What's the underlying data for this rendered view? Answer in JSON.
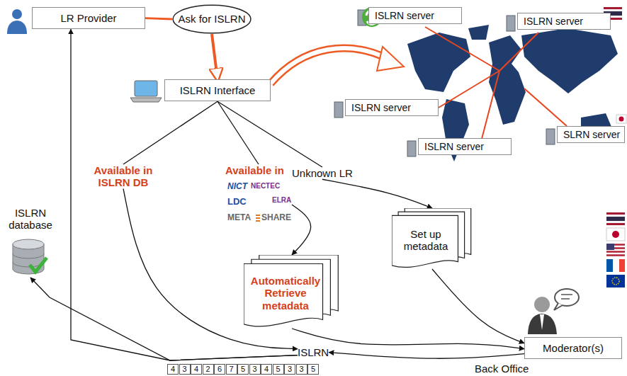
{
  "diagram": {
    "nodes": [
      {
        "text": [
          "LR Provider"
        ]
      },
      {
        "text": [
          "Ask for ISLRN"
        ]
      },
      {
        "text": [
          "ISLRN Interface"
        ]
      },
      {
        "text": [
          "ISLRN server"
        ]
      },
      {
        "text": [
          "ISLRN server"
        ]
      },
      {
        "text": [
          "ISLRN server"
        ]
      },
      {
        "text": [
          "ISLRN server"
        ]
      },
      {
        "text": [
          "SLRN server"
        ]
      },
      {
        "text": [
          "Available in ISLRN DB"
        ]
      },
      {
        "text": [
          "Available in"
        ]
      },
      {
        "text": [
          "Unknown LR"
        ]
      },
      {
        "text": [
          "Set up metadata"
        ]
      },
      {
        "text": [
          "Automatically Retrieve metadata"
        ]
      },
      {
        "text": [
          "ISLRN database"
        ]
      },
      {
        "text": [
          "Moderator(s)"
        ]
      },
      {
        "text": [
          "ISLRN"
        ]
      }
    ],
    "edges": [
      {
        "from": 0,
        "to": 1,
        "arrow": "none"
      },
      {
        "from": 1,
        "to": 2,
        "arrow": "to"
      },
      {
        "from": 2,
        "to": 8,
        "arrow": "none"
      },
      {
        "from": 2,
        "to": 9,
        "arrow": "none"
      },
      {
        "from": 2,
        "to": 10,
        "arrow": "none"
      },
      {
        "from": 8,
        "to": 15,
        "arrow": "to"
      },
      {
        "from": 9,
        "to": 12,
        "arrow": "to"
      },
      {
        "from": 10,
        "to": 11,
        "arrow": "to"
      },
      {
        "from": 11,
        "to": 14,
        "arrow": "to"
      },
      {
        "from": 12,
        "to": 14,
        "arrow": "to"
      },
      {
        "from": 14,
        "to": 15,
        "label": "Back Office",
        "arrow": "to"
      },
      {
        "from": 15,
        "to": 13,
        "arrow": "to"
      },
      {
        "from": 15,
        "to": 0,
        "arrow": "to"
      }
    ],
    "labels": [
      "NICT",
      "NECTEC",
      "LDC",
      "ELRA",
      "META",
      "SHARE",
      "4",
      "3",
      "4",
      "2",
      "6",
      "7",
      "5",
      "3",
      "4",
      "5",
      "3",
      "3",
      "5"
    ]
  }
}
